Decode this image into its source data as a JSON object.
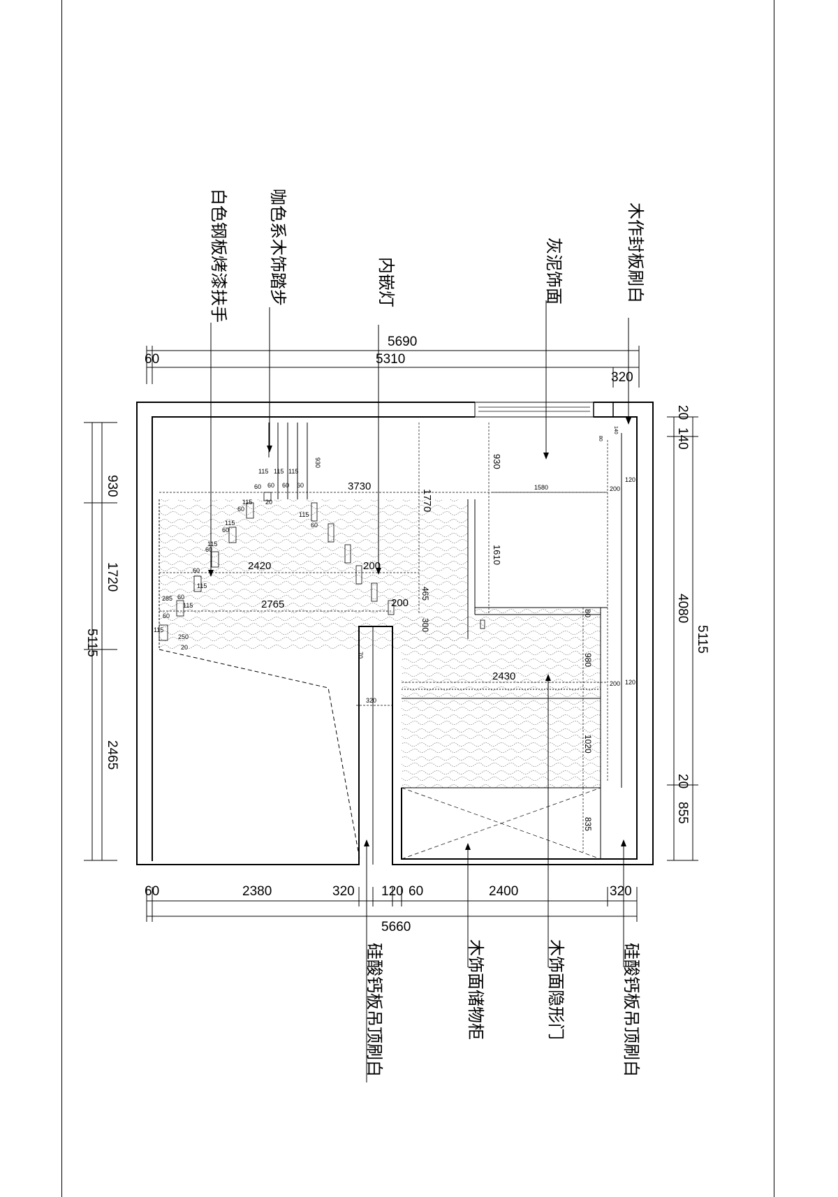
{
  "labels": {
    "handrail": "白色钢板烤漆扶手",
    "steps": "咖色系木饰踏步",
    "downlight": "内嵌灯",
    "cement": "灰泥饰面",
    "wood_seal": "木作封板刷白",
    "ceiling_left": "硅酸钙板吊顶刷白",
    "storage": "木饰面储物柜",
    "hidden_door": "木饰面隐形门",
    "ceiling_right": "硅酸钙板吊顶刷白"
  },
  "dims": {
    "top_total": "5690",
    "top_inner": "5310",
    "top_left_60": "60",
    "top_right_320": "320",
    "left_930": "930",
    "left_1720": "1720",
    "left_5115": "5115",
    "left_2465": "2465",
    "right_20a": "20",
    "right_140": "140",
    "right_4080": "4080",
    "right_5115": "5115",
    "right_20b": "20",
    "right_855": "855",
    "bot_60a": "60",
    "bot_2380": "2380",
    "bot_320a": "320",
    "bot_120": "120",
    "bot_60b": "60",
    "bot_2400": "2400",
    "bot_320b": "320",
    "bot_total": "5660",
    "in_3730": "3730",
    "in_1580": "1580",
    "in_200a": "200",
    "in_120a": "120",
    "in_930a": "930",
    "in_930b": "930",
    "in_1770": "1770",
    "in_1610": "1610",
    "in_2420": "2420",
    "in_200b": "200",
    "in_2765": "2765",
    "in_200c": "200",
    "in_465": "465",
    "in_300": "300",
    "in_80": "80",
    "in_980": "980",
    "in_2430": "2430",
    "in_200d": "200",
    "in_120b": "120",
    "in_1020": "1020",
    "in_835": "835",
    "in_70": "70",
    "in_320": "320",
    "in_140s": "140",
    "in_80s": "80",
    "st_115": "115",
    "st_60": "60",
    "st_285": "285",
    "st_250": "250",
    "st_20": "20"
  }
}
